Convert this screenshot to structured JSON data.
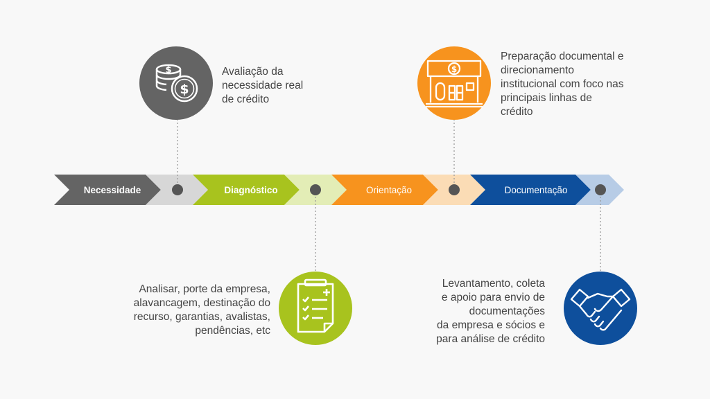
{
  "steps": [
    {
      "label": "Necessidade",
      "color": "#646464",
      "light_color": "#d7d7d7",
      "icon": "coins-dollar-icon"
    },
    {
      "label": "Diagnóstico",
      "color": "#a8c31e",
      "light_color": "#e3edb6",
      "icon": "clipboard-checklist-icon"
    },
    {
      "label": "Orientação",
      "color": "#f7931e",
      "light_color": "#fbdcb5",
      "icon": "bank-building-icon"
    },
    {
      "label": "Documentação",
      "color": "#0e4f9c",
      "light_color": "#b7cce6",
      "icon": "handshake-icon"
    }
  ],
  "descriptions": {
    "necessidade": "Avaliação da\nnecessidade real\nde crédito",
    "diagnostico": "Analisar, porte da empresa,\nalavancagem, destinação do\nrecurso, garantias, avalistas,\npendências, etc",
    "orientacao": "Preparação documental e\ndirecionamento\ninstitucional com foco nas\nprincipais linhas de\ncrédito",
    "documentacao": "Levantamento, coleta\ne apoio para envio de\ndocumentações\nda empresa e sócios e\npara análise de crédito"
  }
}
